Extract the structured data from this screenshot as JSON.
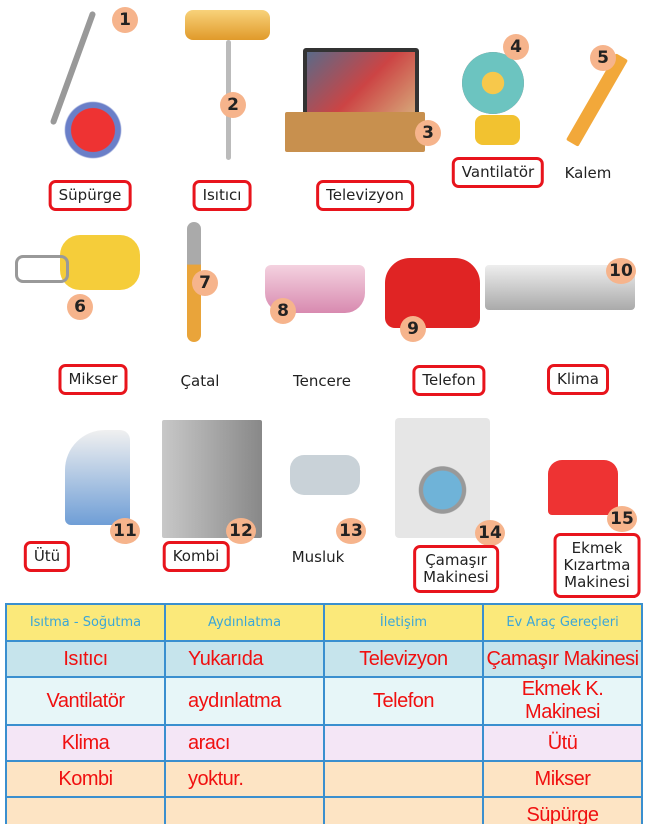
{
  "items": [
    {
      "n": "1",
      "label": "Süpürge",
      "boxed": true
    },
    {
      "n": "2",
      "label": "Isıtıcı",
      "boxed": true
    },
    {
      "n": "3",
      "label": "Televizyon",
      "boxed": true
    },
    {
      "n": "4",
      "label": "Vantilatör",
      "boxed": true
    },
    {
      "n": "5",
      "label": "Kalem",
      "boxed": false
    },
    {
      "n": "6",
      "label": "Mikser",
      "boxed": true
    },
    {
      "n": "7",
      "label": "Çatal",
      "boxed": false
    },
    {
      "n": "8",
      "label": "Tencere",
      "boxed": false
    },
    {
      "n": "9",
      "label": "Telefon",
      "boxed": true
    },
    {
      "n": "10",
      "label": "Klima",
      "boxed": true
    },
    {
      "n": "11",
      "label": "Ütü",
      "boxed": true
    },
    {
      "n": "12",
      "label": "Kombi",
      "boxed": true
    },
    {
      "n": "13",
      "label": "Musluk",
      "boxed": false
    },
    {
      "n": "14",
      "label_lines": [
        "Çamaşır",
        "Makinesi"
      ],
      "boxed": true
    },
    {
      "n": "15",
      "label_lines": [
        "Ekmek",
        "Kızartma",
        "Makinesi"
      ],
      "boxed": true
    }
  ],
  "table": {
    "headers": [
      "Isıtma - Soğutma",
      "Aydınlatma",
      "İletişim",
      "Ev Araç Gereçleri"
    ],
    "rows": [
      [
        "Isıtıcı",
        "Yukarıda",
        "Televizyon",
        "Çamaşır Makinesi"
      ],
      [
        "Vantilatör",
        "aydınlatma",
        "Telefon",
        "Ekmek K. Makinesi"
      ],
      [
        "Klima",
        "aracı",
        "",
        "Ütü"
      ],
      [
        "Kombi",
        "yoktur.",
        "",
        "Mikser"
      ],
      [
        "",
        "",
        "",
        "Süpürge"
      ]
    ]
  }
}
